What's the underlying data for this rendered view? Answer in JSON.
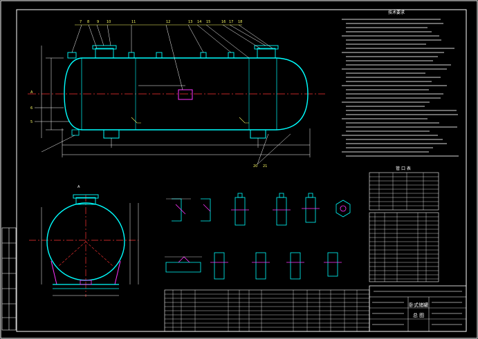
{
  "drawing": {
    "tech_title": "技术要求",
    "nozzle_table_title": "管 口 表",
    "parts_title": "明 细 表",
    "title_block": {
      "name_line1": "卧式储罐",
      "name_line2": "总 图"
    }
  },
  "colors": {
    "background": "#000000",
    "frame": "#ffffff",
    "vessel": "#00ffff",
    "dimension": "#ffffff",
    "centerline": "#ff3333",
    "weld": "#ff33ff",
    "text": "#ffffff",
    "leader": "#ffff66",
    "table_text": "#33ff66"
  }
}
